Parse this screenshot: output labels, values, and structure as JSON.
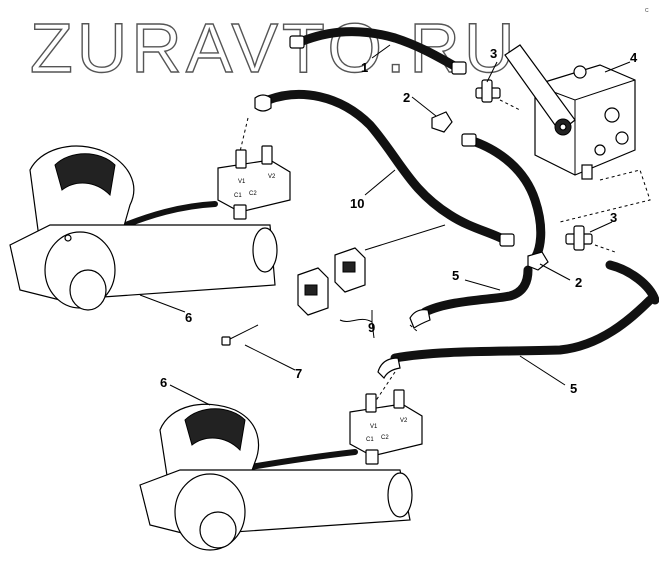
{
  "watermark": "ZURAVTO.RU",
  "corner_mark": "C",
  "callouts": {
    "hose_upper": "1",
    "elbow_left": "2",
    "elbow_right": "2",
    "tee_upper": "3",
    "tee_lower": "3",
    "valve_block": "4",
    "hose_5_upper": "5",
    "hose_5_lower": "5",
    "cylinder_upper": "6",
    "cylinder_lower": "6",
    "bolt": "7",
    "clamp_pair": "9",
    "hose_long": "10"
  },
  "port_labels": {
    "v1": "V1",
    "v2": "V2",
    "c1": "C1",
    "c2": "C2"
  }
}
